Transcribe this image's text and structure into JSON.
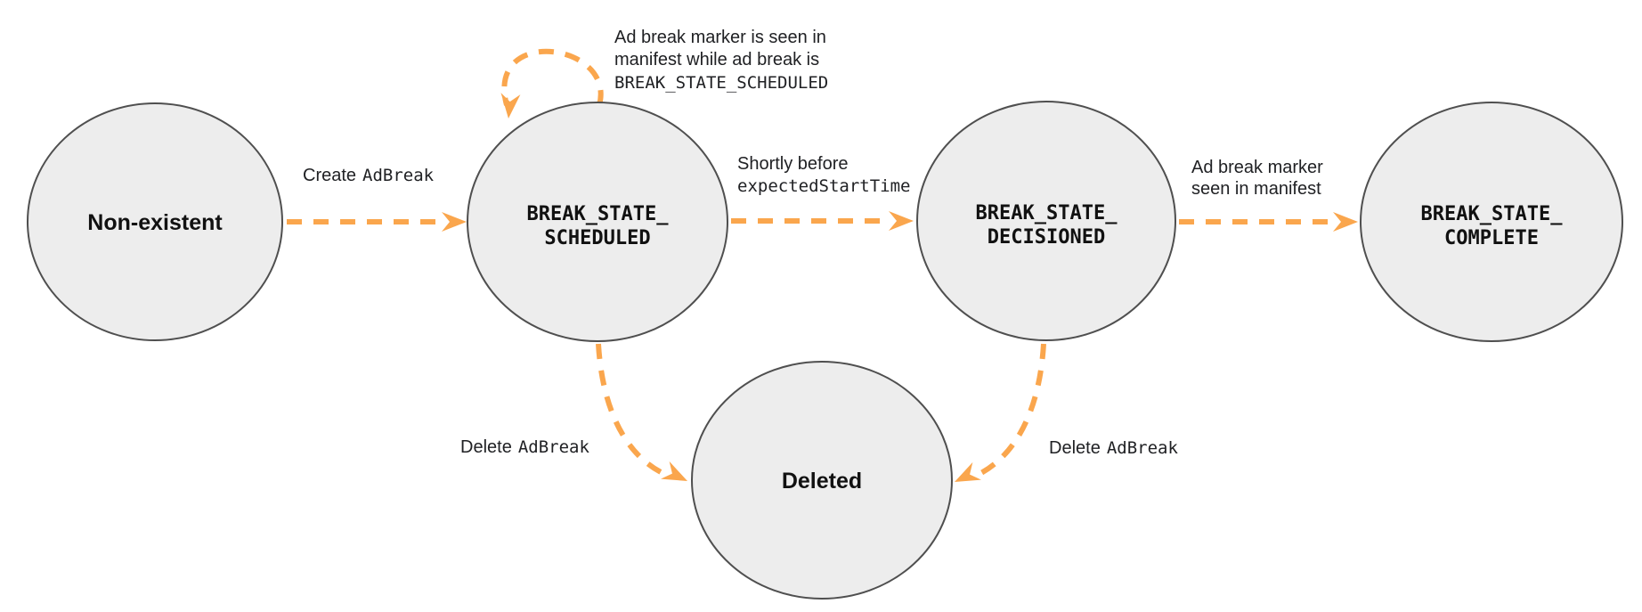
{
  "colors": {
    "arrow": "#FAA64D",
    "node_fill": "#EDEDED",
    "node_stroke": "#4F4F4F",
    "label_text": "#202124",
    "state_text": "#111111",
    "background": "#FFFFFF"
  },
  "states": {
    "non_existent": {
      "label": "Non-existent"
    },
    "scheduled": {
      "line1": "BREAK_STATE_",
      "line2": "SCHEDULED"
    },
    "decisioned": {
      "line1": "BREAK_STATE_",
      "line2": "DECISIONED"
    },
    "complete": {
      "line1": "BREAK_STATE_",
      "line2": "COMPLETE"
    },
    "deleted": {
      "label": "Deleted"
    }
  },
  "transitions": {
    "create": {
      "action": "Create",
      "code": "AdBreak"
    },
    "self_loop": {
      "line1": "Ad break marker is seen in",
      "line2": "manifest while ad break is",
      "line3": "BREAK_STATE_SCHEDULED"
    },
    "to_decisioned": {
      "line1": "Shortly before",
      "code": "expectedStartTime"
    },
    "to_complete": {
      "line1": "Ad break marker",
      "line2": "seen in manifest"
    },
    "delete_from_scheduled": {
      "action": "Delete",
      "code": "AdBreak"
    },
    "delete_from_decisioned": {
      "action": "Delete",
      "code": "AdBreak"
    }
  }
}
